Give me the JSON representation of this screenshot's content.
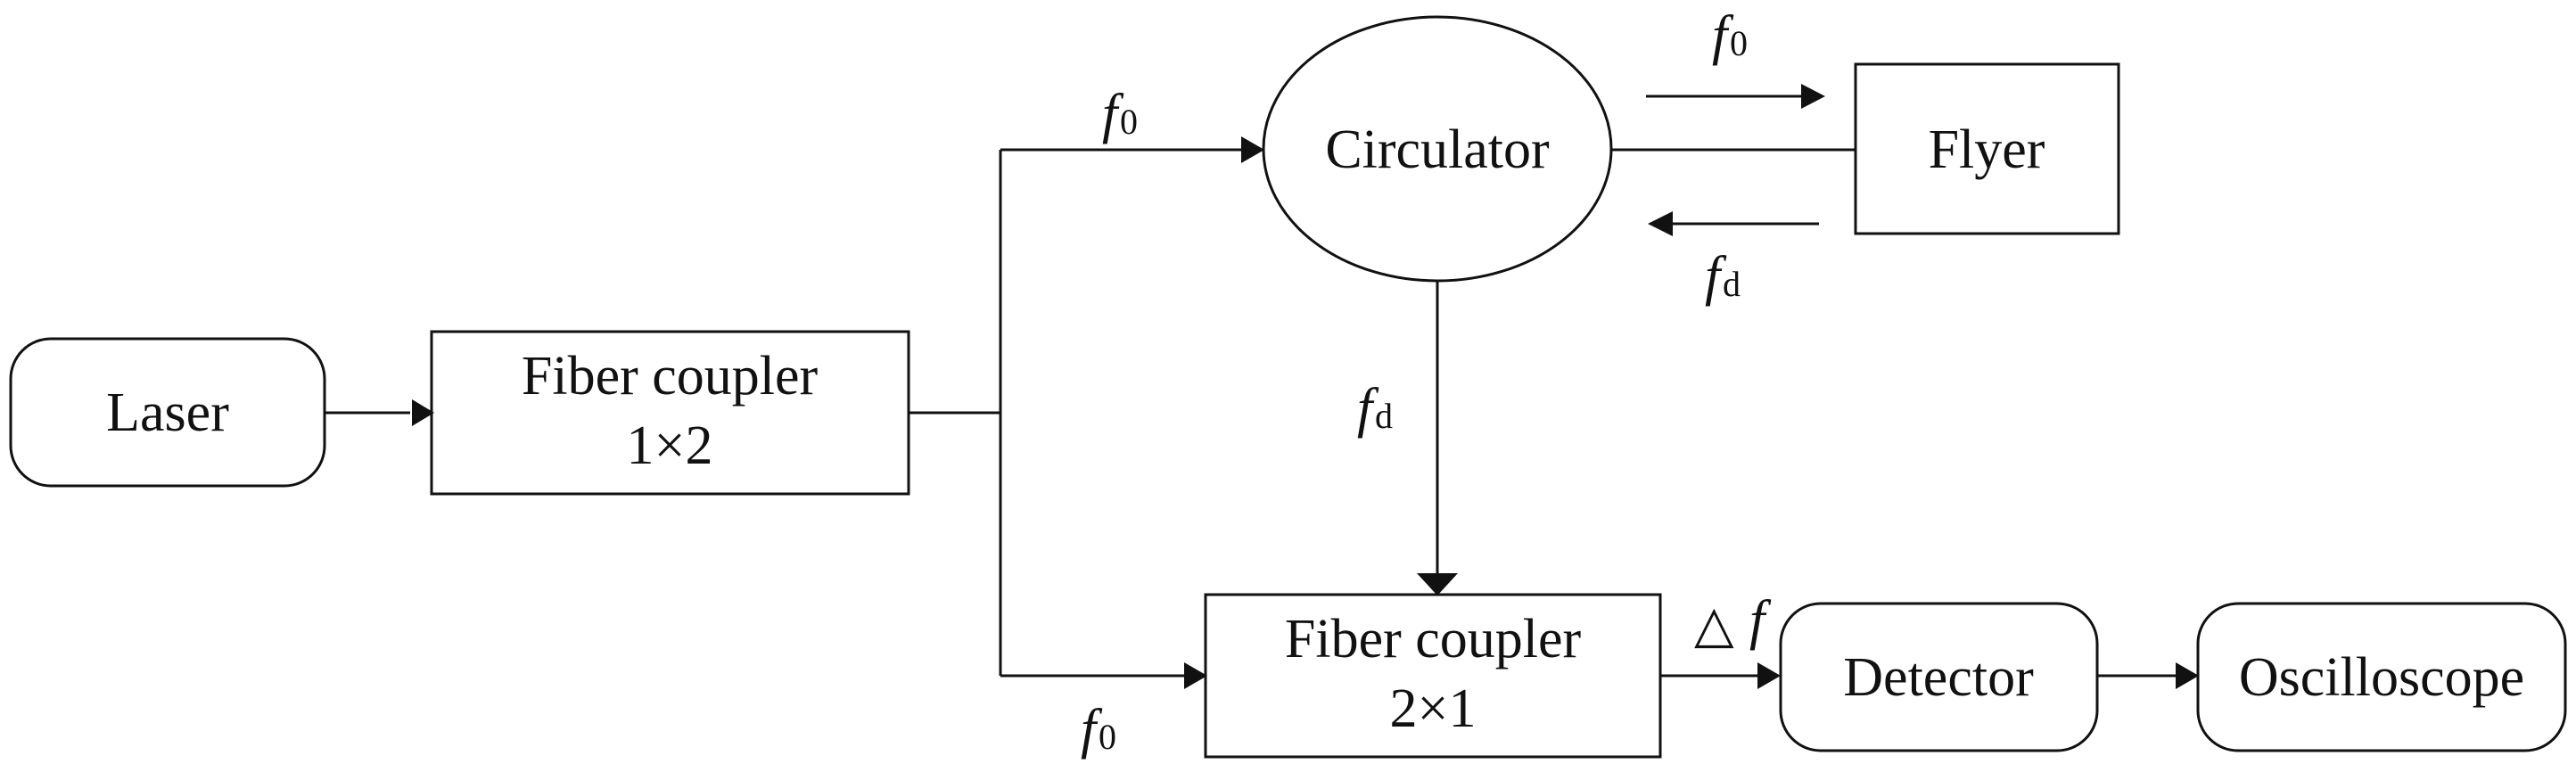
{
  "nodes": {
    "laser": "Laser",
    "coupler1x2": {
      "line1": "Fiber coupler",
      "line2": "1×2"
    },
    "circulator": "Circulator",
    "flyer": "Flyer",
    "coupler2x1": {
      "line1": "Fiber coupler",
      "line2": "2×1"
    },
    "detector": "Detector",
    "oscilloscope": "Oscilloscope"
  },
  "signals": {
    "f_symbol": "f",
    "sub_0": "0",
    "sub_d": "d",
    "delta_symbol": "△",
    "delta_f": "f"
  }
}
